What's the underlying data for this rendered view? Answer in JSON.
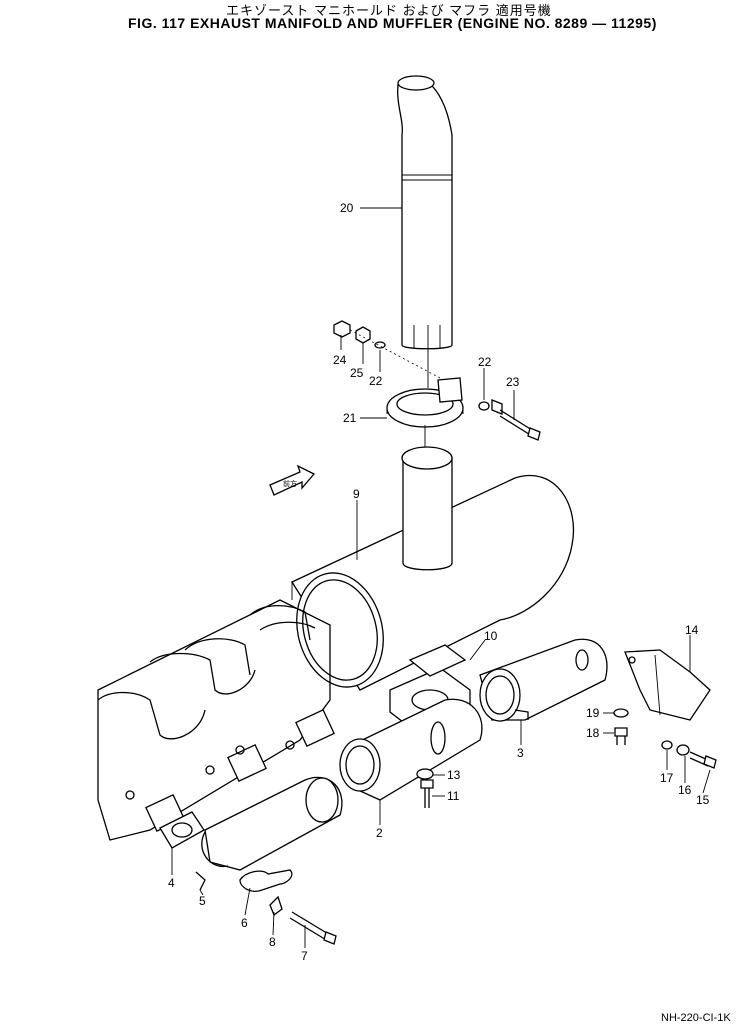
{
  "title": {
    "japanese": "エキゾースト マニホールド および マフラ 適用号機",
    "english": "FIG. 117  EXHAUST MANIFOLD AND MUFFLER (ENGINE NO. 8289 — 11295)"
  },
  "direction_arrow_text": "前方",
  "callouts": {
    "c20": "20",
    "c24": "24",
    "c25": "25",
    "c22a": "22",
    "c22b": "22",
    "c23": "23",
    "c21": "21",
    "c9": "9",
    "c10": "10",
    "c14": "14",
    "c19": "19",
    "c18": "18",
    "c3": "3",
    "c13": "13",
    "c11": "11",
    "c17": "17",
    "c16": "16",
    "c15": "15",
    "c2": "2",
    "c4": "4",
    "c5": "5",
    "c6": "6",
    "c8": "8",
    "c7": "7"
  },
  "footer_code": "NH-220-CI-1K"
}
